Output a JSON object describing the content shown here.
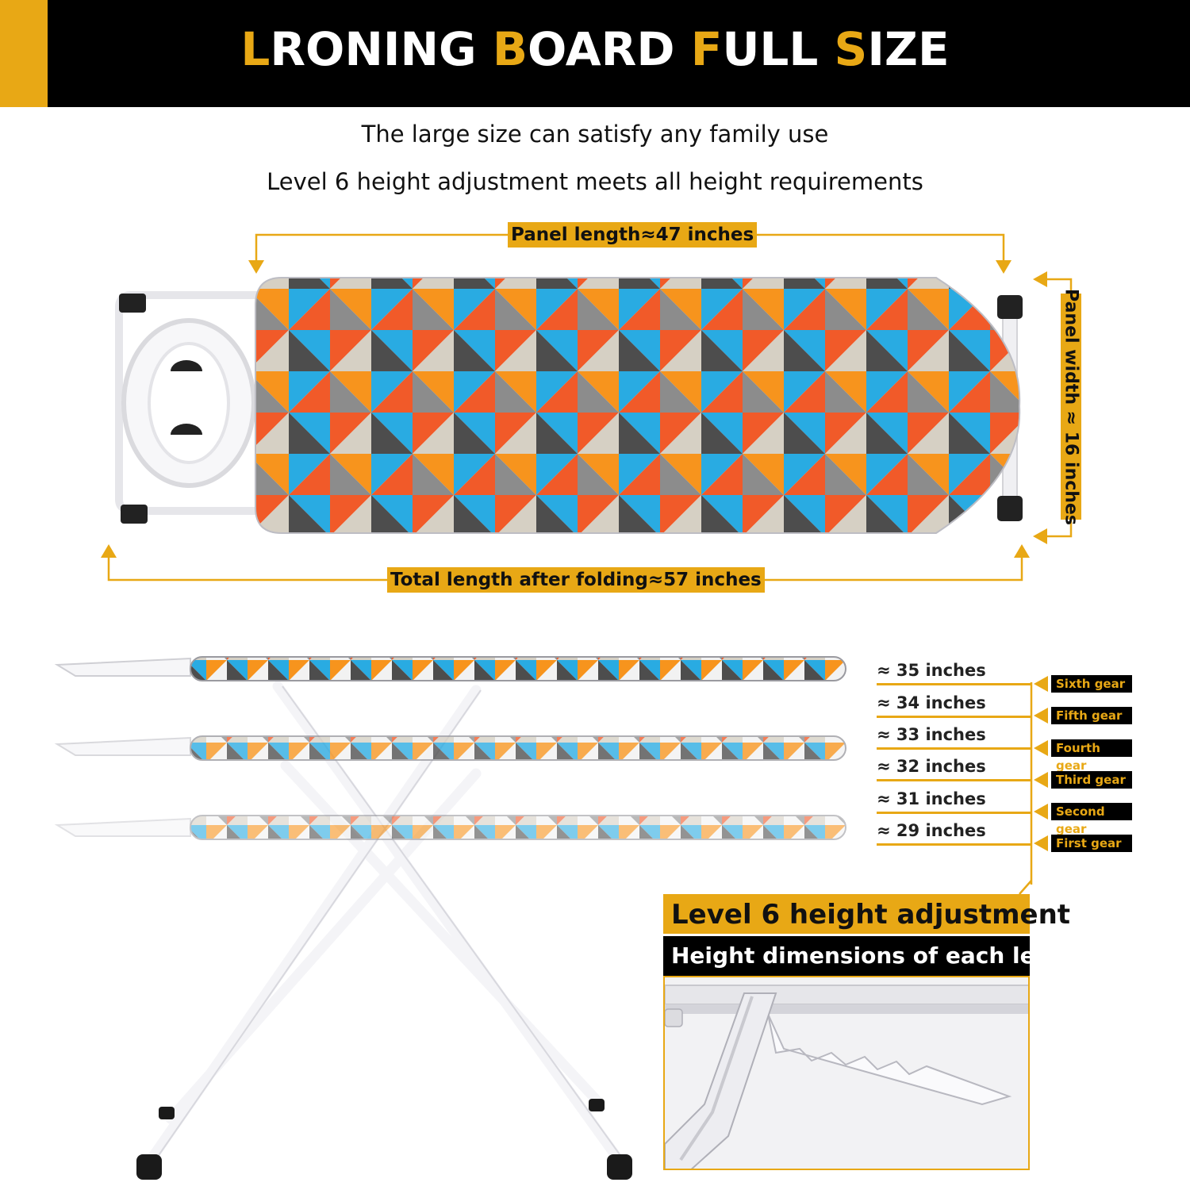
{
  "header": {
    "title_parts": [
      {
        "first": "L",
        "rest": "RONING "
      },
      {
        "first": "B",
        "rest": "OARD "
      },
      {
        "first": "F",
        "rest": "ULL "
      },
      {
        "first": "S",
        "rest": "IZE"
      }
    ]
  },
  "subtitles": {
    "line1": "The large size can satisfy any family use",
    "line2": "Level 6 height adjustment meets all height requirements"
  },
  "dimensions": {
    "panel_length": "Panel length≈47 inches",
    "panel_width": "Panel width ≈ 16 inches",
    "total_length": "Total length after folding≈57 inches"
  },
  "levels": [
    {
      "height": "≈ 35 inches",
      "gear": "Sixth gear"
    },
    {
      "height": "≈ 34 inches",
      "gear": "Fifth gear"
    },
    {
      "height": "≈ 33 inches",
      "gear": "Fourth gear"
    },
    {
      "height": "≈ 32 inches",
      "gear": "Third gear"
    },
    {
      "height": "≈ 31 inches",
      "gear": "Second gear"
    },
    {
      "height": "≈ 29 inches",
      "gear": "First gear"
    }
  ],
  "adjustment": {
    "title": "Level 6 height adjustment",
    "subtitle": "Height dimensions of each level"
  },
  "colors": {
    "accent": "#e8a815",
    "header_bg": "#000000",
    "pattern": [
      "#f15a29",
      "#f7941d",
      "#29abe2",
      "#4d4d4d",
      "#8c8c8c",
      "#d6d0c4",
      "#f2f2f2"
    ]
  }
}
